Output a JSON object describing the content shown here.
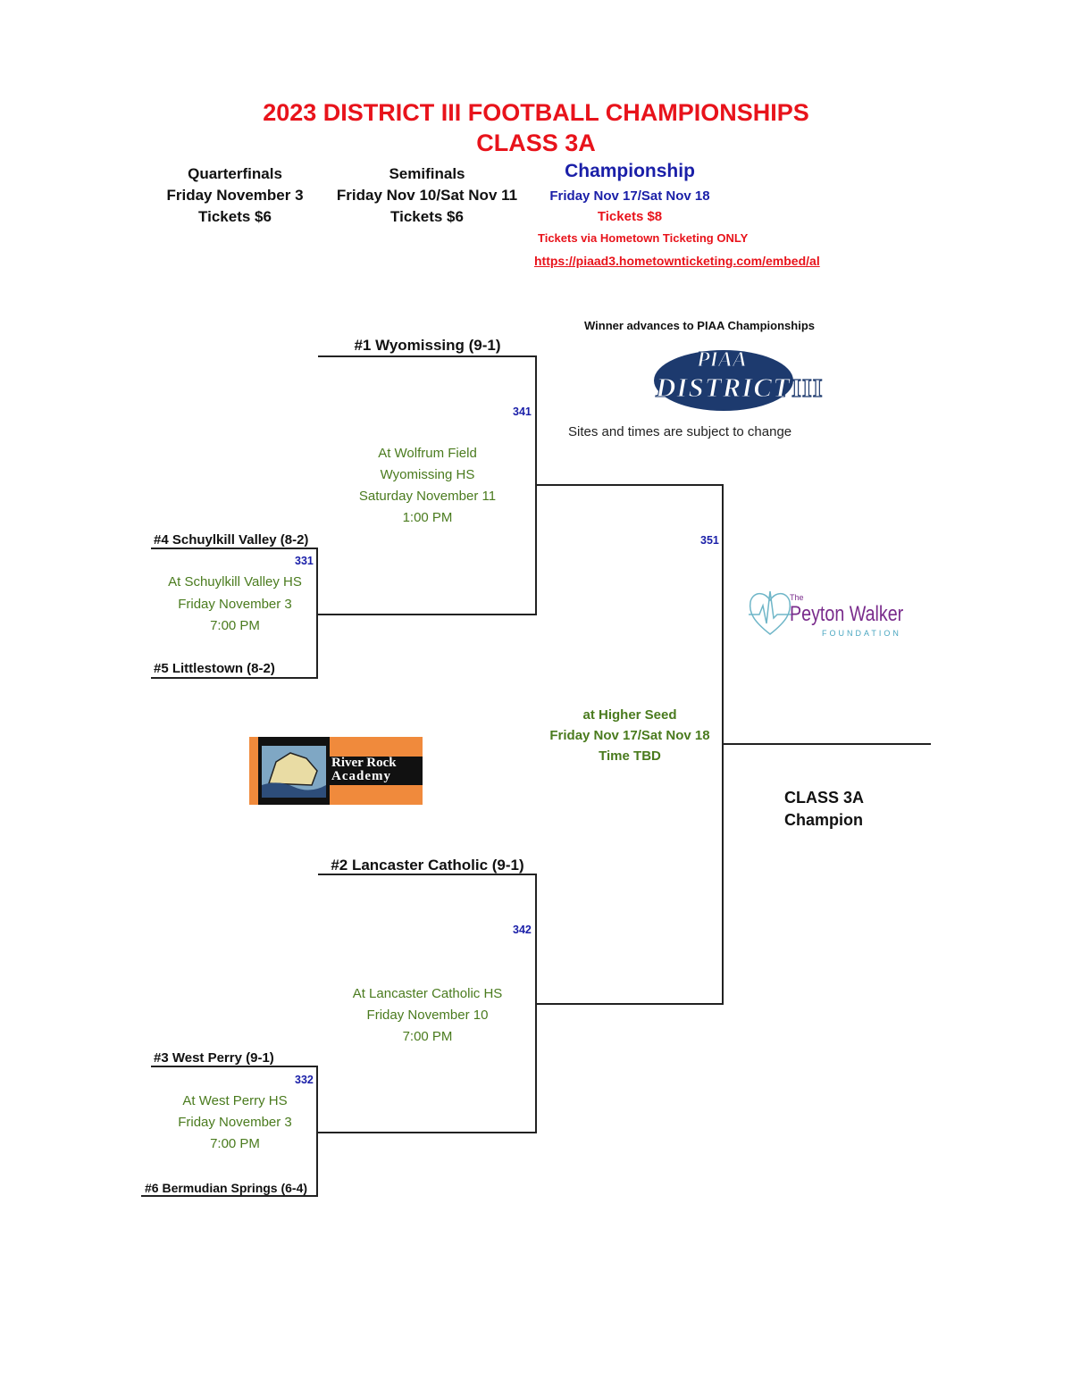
{
  "header": {
    "title": "2023 DISTRICT III FOOTBALL CHAMPIONSHIPS",
    "subtitle": "CLASS 3A"
  },
  "rounds": {
    "quarterfinals": {
      "name": "Quarterfinals",
      "date": "Friday November 3",
      "tickets": "Tickets $6"
    },
    "semifinals": {
      "name": "Semifinals",
      "date": "Friday Nov 10/Sat Nov 11",
      "tickets": "Tickets $6"
    },
    "championship": {
      "name": "Championship",
      "date": "Friday Nov 17/Sat Nov 18",
      "tickets": "Tickets $8",
      "ticket_note": "Tickets via Hometown Ticketing ONLY",
      "link": "https://piaad3.hometownticketing.com/embed/al"
    }
  },
  "notes": {
    "winner_advances": "Winner advances to PIAA Championships",
    "subject_to_change": "Sites and times are subject to change"
  },
  "logos": {
    "piaa_line1": "PIAA",
    "piaa_line2": "DISTRICT",
    "piaa_roman": "III",
    "peyton_the": "The",
    "peyton_name": "Peyton Walker",
    "peyton_foundation": "FOUNDATION",
    "riverrock_line1": "River Rock",
    "riverrock_line2": "Academy"
  },
  "teams": {
    "wyomissing": "#1 Wyomissing (9-1)",
    "schuylkill": "#4 Schuylkill Valley (8-2)",
    "littlestown": "#5 Littlestown (8-2)",
    "lancaster": "#2 Lancaster Catholic (9-1)",
    "westperry": "#3 West Perry (9-1)",
    "bermudian": "#6 Bermudian Springs (6-4)"
  },
  "games": {
    "g331": {
      "number": "331",
      "site": "At Schuylkill Valley HS",
      "date": "Friday November 3",
      "time": "7:00 PM"
    },
    "g332": {
      "number": "332",
      "site": "At West Perry HS",
      "date": "Friday November 3",
      "time": "7:00 PM"
    },
    "g341": {
      "number": "341",
      "site": "At Wolfrum Field",
      "site2": "Wyomissing HS",
      "date": "Saturday November 11",
      "time": "1:00 PM"
    },
    "g342": {
      "number": "342",
      "site": "At Lancaster Catholic HS",
      "date": "Friday November 10",
      "time": "7:00 PM"
    },
    "g351": {
      "number": "351",
      "site": "at Higher Seed",
      "date": "Friday Nov 17/Sat Nov 18",
      "time": "Time TBD"
    }
  },
  "champion": {
    "line1": "CLASS 3A",
    "line2": "Champion"
  },
  "colors": {
    "title": "#e8131b",
    "blue": "#1a1fa8",
    "green": "#4a7b1e",
    "peyton_purple": "#7a2c8c",
    "piaa_navy": "#1d3a6e",
    "riverrock_orange": "#f08a3c"
  }
}
